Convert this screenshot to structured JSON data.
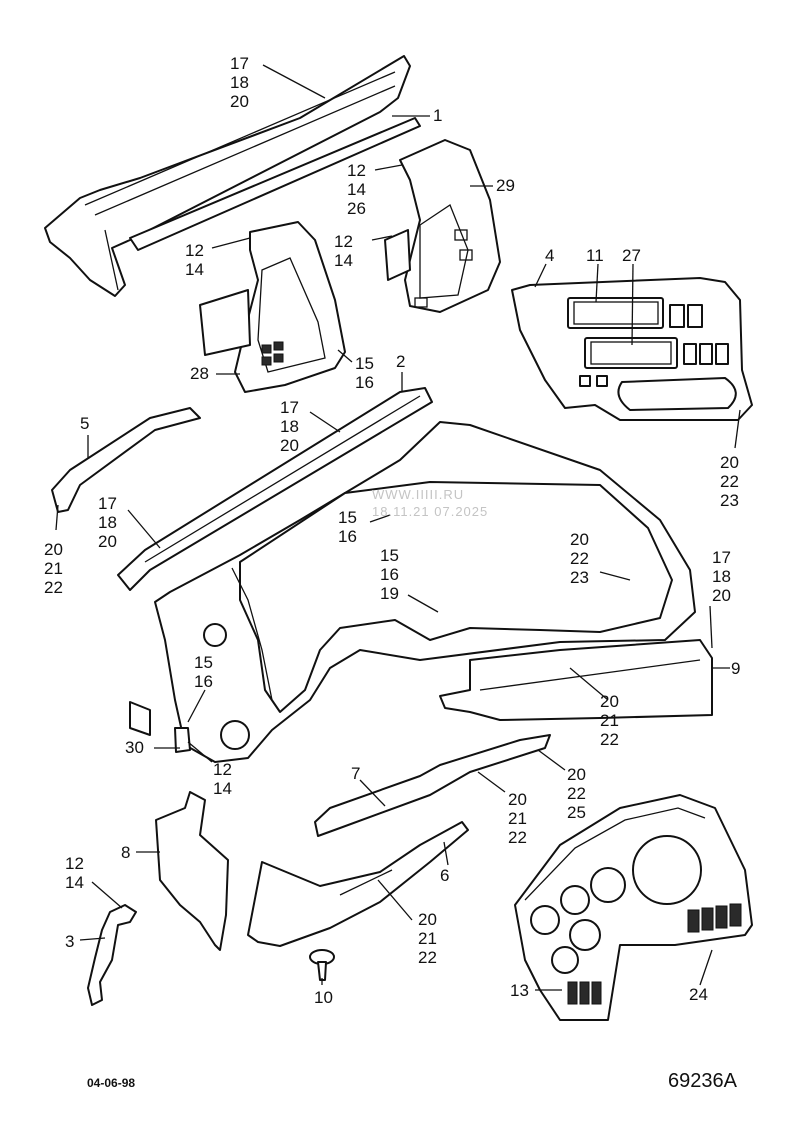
{
  "callouts": [
    {
      "id": "c17a",
      "text": "17\n18\n20"
    },
    {
      "id": "c1",
      "text": "1"
    },
    {
      "id": "c12a",
      "text": "12\n14\n26"
    },
    {
      "id": "c29",
      "text": "29"
    },
    {
      "id": "c12b",
      "text": "12\n14"
    },
    {
      "id": "c12c",
      "text": "12\n14"
    },
    {
      "id": "c4",
      "text": "4"
    },
    {
      "id": "c11",
      "text": "11"
    },
    {
      "id": "c27",
      "text": "27"
    },
    {
      "id": "c28",
      "text": "28"
    },
    {
      "id": "c15a",
      "text": "15\n16"
    },
    {
      "id": "c2",
      "text": "2"
    },
    {
      "id": "c5",
      "text": "5"
    },
    {
      "id": "c17b",
      "text": "17\n18\n20"
    },
    {
      "id": "c20a",
      "text": "20\n22\n23"
    },
    {
      "id": "c17c",
      "text": "17\n18\n20"
    },
    {
      "id": "c20b",
      "text": "20\n21\n22"
    },
    {
      "id": "c15b",
      "text": "15\n16"
    },
    {
      "id": "c15c",
      "text": "15\n16\n19"
    },
    {
      "id": "c20c",
      "text": "20\n22\n23"
    },
    {
      "id": "c17d",
      "text": "17\n18\n20"
    },
    {
      "id": "c9",
      "text": "9"
    },
    {
      "id": "c15d",
      "text": "15\n16"
    },
    {
      "id": "c20d",
      "text": "20\n21\n22"
    },
    {
      "id": "c30",
      "text": "30"
    },
    {
      "id": "c12d",
      "text": "12\n14"
    },
    {
      "id": "c7",
      "text": "7"
    },
    {
      "id": "c20e",
      "text": "20\n22\n25"
    },
    {
      "id": "c20f",
      "text": "20\n21\n22"
    },
    {
      "id": "c8",
      "text": "8"
    },
    {
      "id": "c6",
      "text": "6"
    },
    {
      "id": "c12e",
      "text": "12\n14"
    },
    {
      "id": "c3",
      "text": "3"
    },
    {
      "id": "c20g",
      "text": "20\n21\n22"
    },
    {
      "id": "c13",
      "text": "13"
    },
    {
      "id": "c24",
      "text": "24"
    },
    {
      "id": "c10",
      "text": "10"
    }
  ],
  "watermark": {
    "line1": "WWW.IIIII.RU",
    "line2": "18.11.21 07.2025"
  },
  "footer": {
    "date": "04-06-98",
    "drawing_number": "69236A"
  }
}
